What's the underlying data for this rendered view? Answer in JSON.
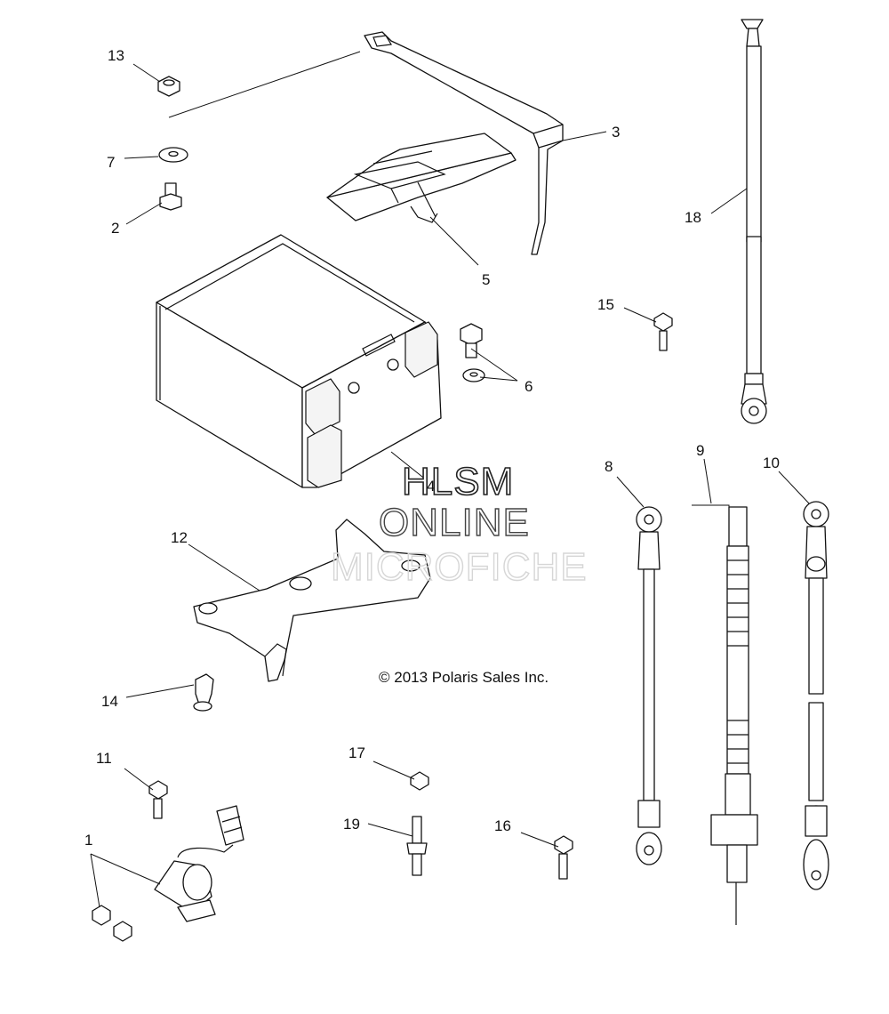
{
  "callouts": {
    "c1": "1",
    "c2": "2",
    "c3": "3",
    "c4": "4",
    "c5": "5",
    "c6": "6",
    "c7": "7",
    "c8": "8",
    "c9": "9",
    "c10": "10",
    "c11": "11",
    "c12": "12",
    "c13": "13",
    "c14": "14",
    "c15": "15",
    "c16": "16",
    "c17": "17",
    "c18": "18",
    "c19": "19"
  },
  "watermark": {
    "line1": "HLSM",
    "line2": "ONLINE",
    "line3": "MICROFICHE"
  },
  "copyright": "© 2013 Polaris Sales Inc."
}
